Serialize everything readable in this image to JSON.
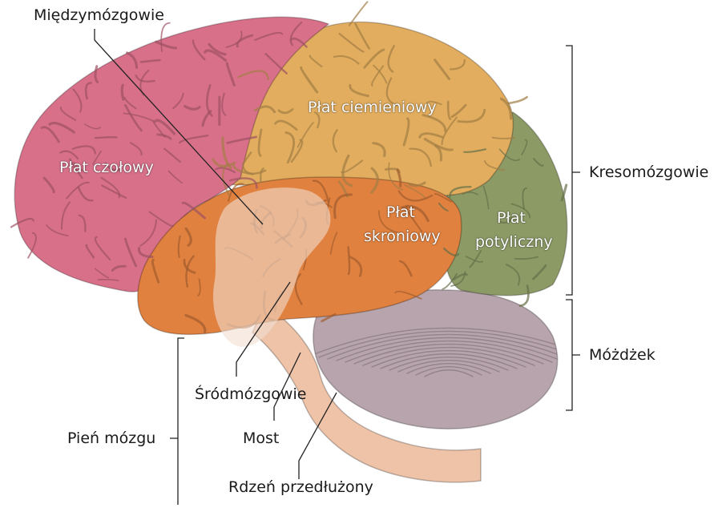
{
  "labels": {
    "diencephalon": "Międzymózgowie",
    "frontal_lobe": "Płat czołowy",
    "parietal_lobe": "Płat ciemieniowy",
    "temporal_lobe_1": "Płat",
    "temporal_lobe_2": "skroniowy",
    "occipital_lobe_1": "Płat",
    "occipital_lobe_2": "potyliczny",
    "telencephalon": "Kresomózgowie",
    "cerebellum": "Móżdżek",
    "midbrain": "Śródmózgowie",
    "pons": "Most",
    "brainstem": "Pień mózgu",
    "medulla": "Rdzeń przedłużony"
  },
  "colors": {
    "frontal": "#d9708a",
    "parietal": "#e2ad5e",
    "temporal": "#e0813f",
    "occipital": "#8c9a66",
    "cerebellum": "#b7a4ac",
    "brainstem": "#eec3a8",
    "deep_structures": "#f2ddd0",
    "leader_line": "#222222"
  }
}
